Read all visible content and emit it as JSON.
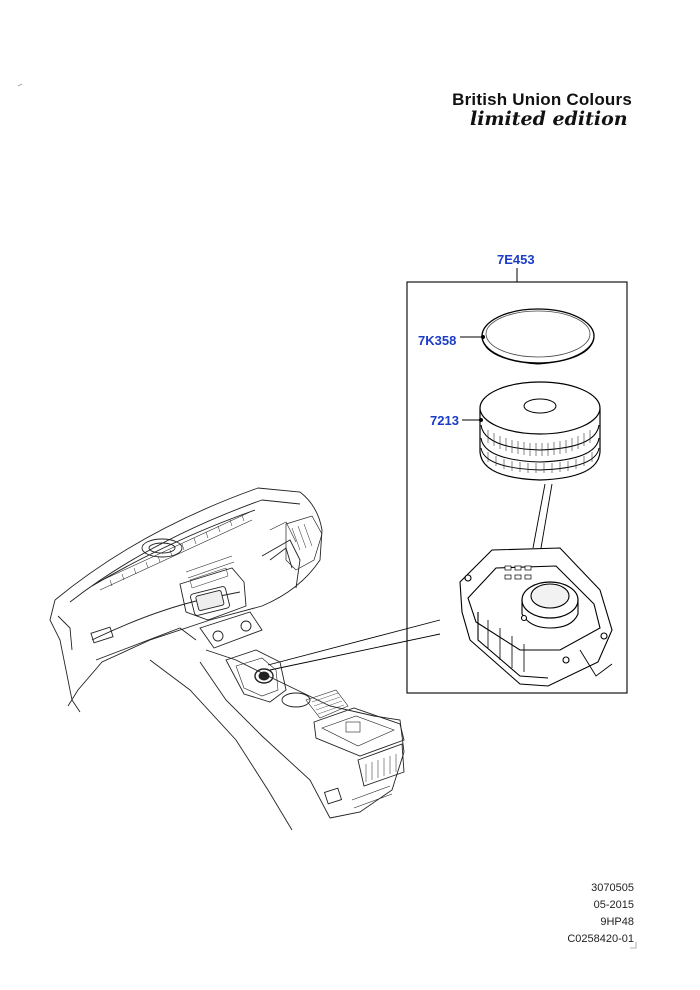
{
  "header": {
    "brand_title": "British Union Colours",
    "brand_subtitle": "limited edition"
  },
  "callouts": {
    "assembly": "7E453",
    "cover": "7K358",
    "knob": "7213"
  },
  "footer": {
    "illustration_number": "3070505",
    "date": "05-2015",
    "transmission": "9HP48",
    "catalogue_ref": "C0258420-01"
  }
}
